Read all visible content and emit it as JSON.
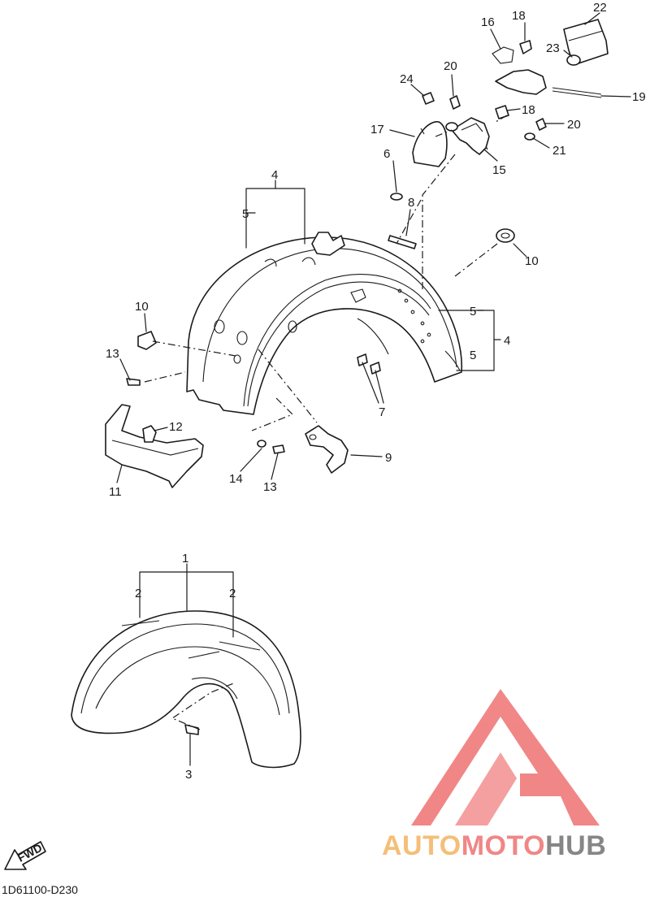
{
  "callouts": {
    "c1": "1",
    "c2a": "2",
    "c2b": "2",
    "c3": "3",
    "c4a": "4",
    "c4b": "4",
    "c5a": "5",
    "c5b": "5",
    "c5c": "5",
    "c6": "6",
    "c7": "7",
    "c8": "8",
    "c9": "9",
    "c10a": "10",
    "c10b": "10",
    "c11": "11",
    "c12": "12",
    "c13a": "13",
    "c13b": "13",
    "c14": "14",
    "c15": "15",
    "c16": "16",
    "c17": "17",
    "c18a": "18",
    "c18b": "18",
    "c19": "19",
    "c20a": "20",
    "c20b": "20",
    "c21": "21",
    "c22": "22",
    "c23": "23",
    "c24": "24"
  },
  "fwd_label": "FWD",
  "diagram_code": "1D61100-D230",
  "watermark": {
    "part1": "AUTO",
    "part2": "MOTO",
    "part3": "HUB",
    "color_orange": "#f5b86a",
    "color_red": "#f07a7a",
    "color_gray": "#7a7a7a"
  }
}
